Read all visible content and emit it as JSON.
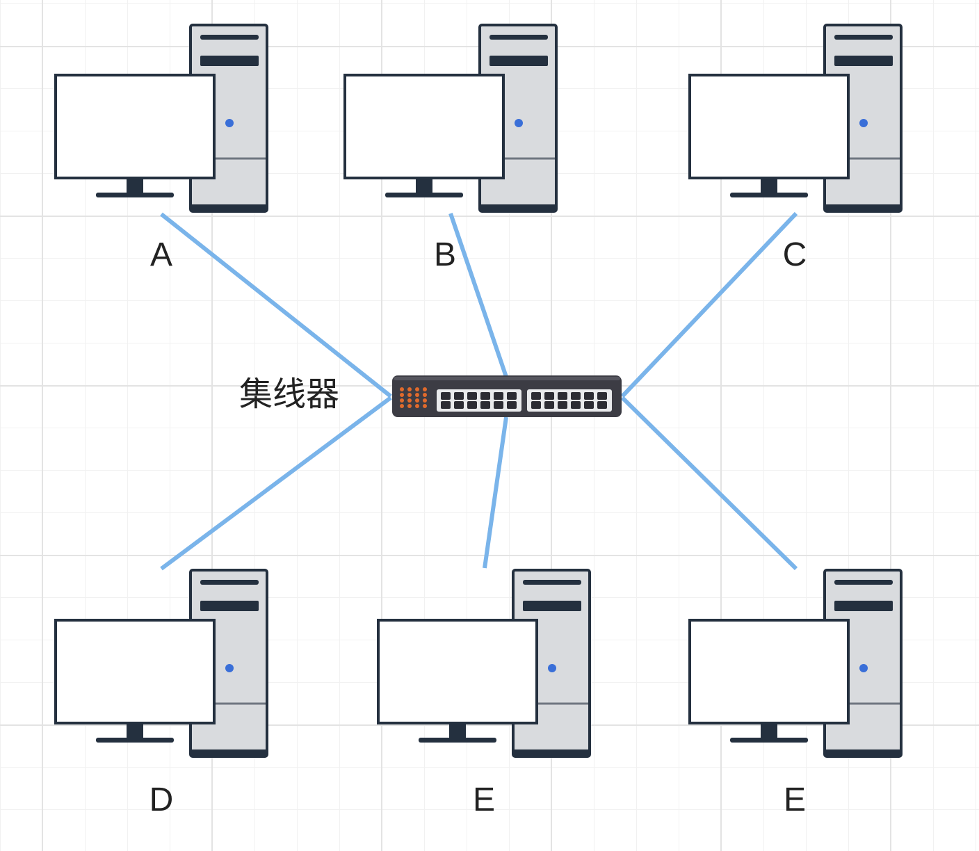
{
  "hub": {
    "label": "集线器"
  },
  "computers": [
    {
      "id": "A",
      "label": "A"
    },
    {
      "id": "B",
      "label": "B"
    },
    {
      "id": "C",
      "label": "C"
    },
    {
      "id": "D",
      "label": "D"
    },
    {
      "id": "E1",
      "label": "E"
    },
    {
      "id": "E2",
      "label": "E"
    }
  ],
  "colors": {
    "link": "#7ab4ea",
    "outline": "#24303f",
    "tower": "#d9dbde",
    "screen": "#ffffff",
    "power_led": "#3a6fd8",
    "hub_body": "#3c3c44",
    "hub_leds": "#e06a2c"
  }
}
